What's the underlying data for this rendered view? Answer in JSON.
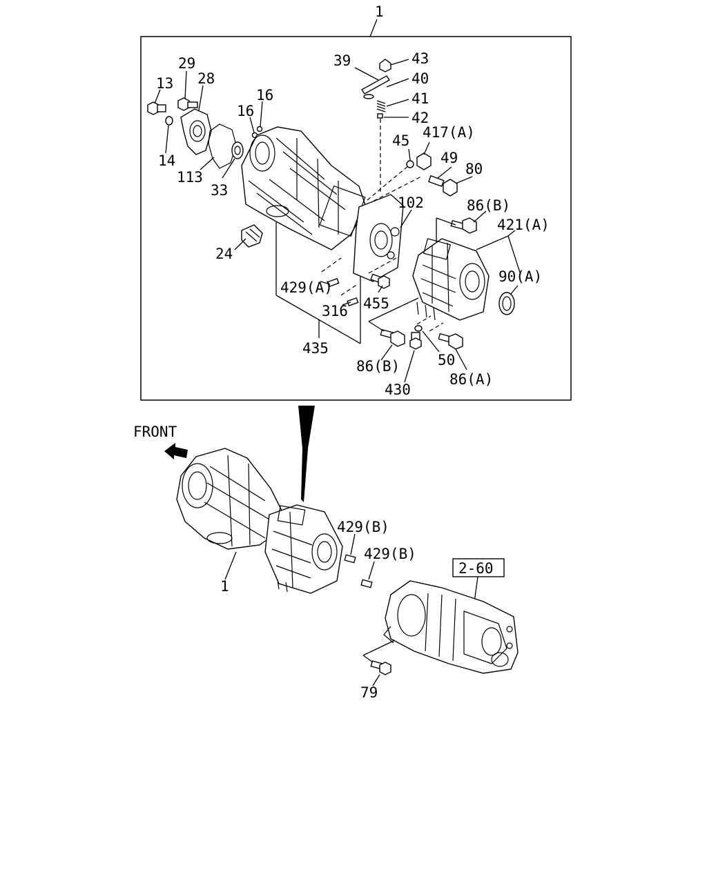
{
  "labels": {
    "assembly_top": "1",
    "p13": "13",
    "p29": "29",
    "p28": "28",
    "p14": "14",
    "p113": "113",
    "p33": "33",
    "p16a": "16",
    "p16b": "16",
    "p24": "24",
    "p39": "39",
    "p43": "43",
    "p40": "40",
    "p41": "41",
    "p42": "42",
    "p45": "45",
    "p417a": "417(A)",
    "p49": "49",
    "p80": "80",
    "p102": "102",
    "p86b_top": "86(B)",
    "p421a": "421(A)",
    "p90a": "90(A)",
    "p429a": "429(A)",
    "p316": "316",
    "p455": "455",
    "p435": "435",
    "p86b_bot": "86(B)",
    "p430": "430",
    "p50": "50",
    "p86a": "86(A)",
    "front": "FRONT",
    "p429b_1": "429(B)",
    "p429b_2": "429(B)",
    "assembly_bottom": "1",
    "ref_box": "2-60",
    "p79": "79"
  }
}
